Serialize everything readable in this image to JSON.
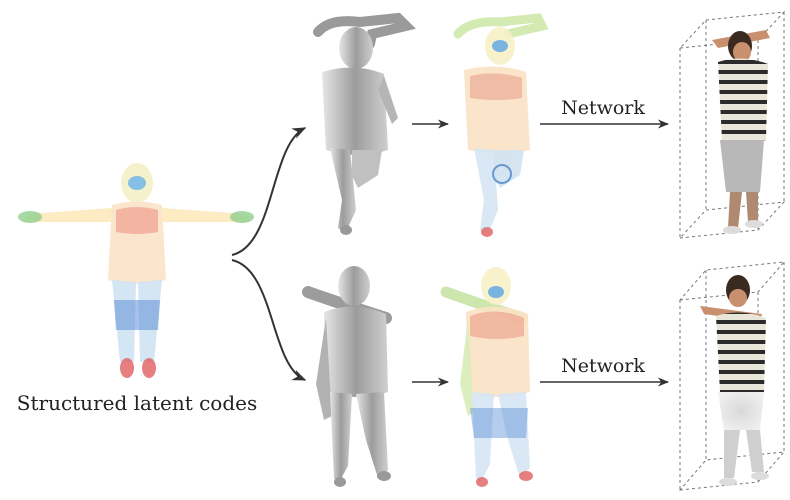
{
  "caption": "Structured latent codes",
  "network_label_top": "Network",
  "network_label_bottom": "Network"
}
